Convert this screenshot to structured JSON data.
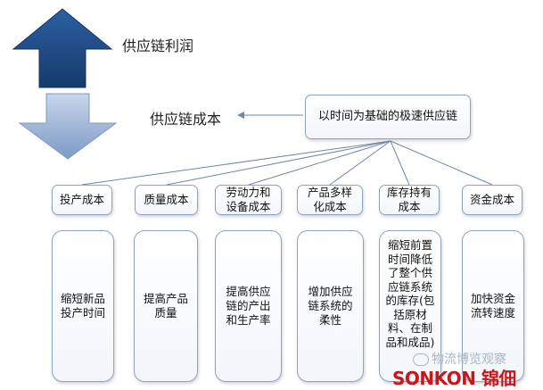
{
  "profit_label": "供应链利润",
  "cost_label": "供应链成本",
  "center_box": "以时间为基础的极速供应链",
  "categories": [
    {
      "label": "投产成本",
      "detail": "缩短新品\n投产时间"
    },
    {
      "label": "质量成本",
      "detail": "提高产品\n质量"
    },
    {
      "label": "劳动力和\n设备成本",
      "detail": "提高供应\n链的产出\n和生产率"
    },
    {
      "label": "产品多样\n化成本",
      "detail": "增加供应\n链系统的\n柔性"
    },
    {
      "label": "库存持有\n成本",
      "detail": "缩短前置\n时间降低\n了整个供\n应链系统\n的库存(包\n括原材\n料、在制\n品和成品)"
    },
    {
      "label": "资金成本",
      "detail": "加快资金\n流转速度"
    }
  ],
  "watermark_text": "物流博览观察",
  "logo_text": "SONKON 锦佃",
  "colors": {
    "arrow_up": "#1f4e8c",
    "arrow_down": "#9ab2d6",
    "box_border": "#8ea3bf",
    "line": "#6f86a8",
    "logo": "#c8171c"
  }
}
